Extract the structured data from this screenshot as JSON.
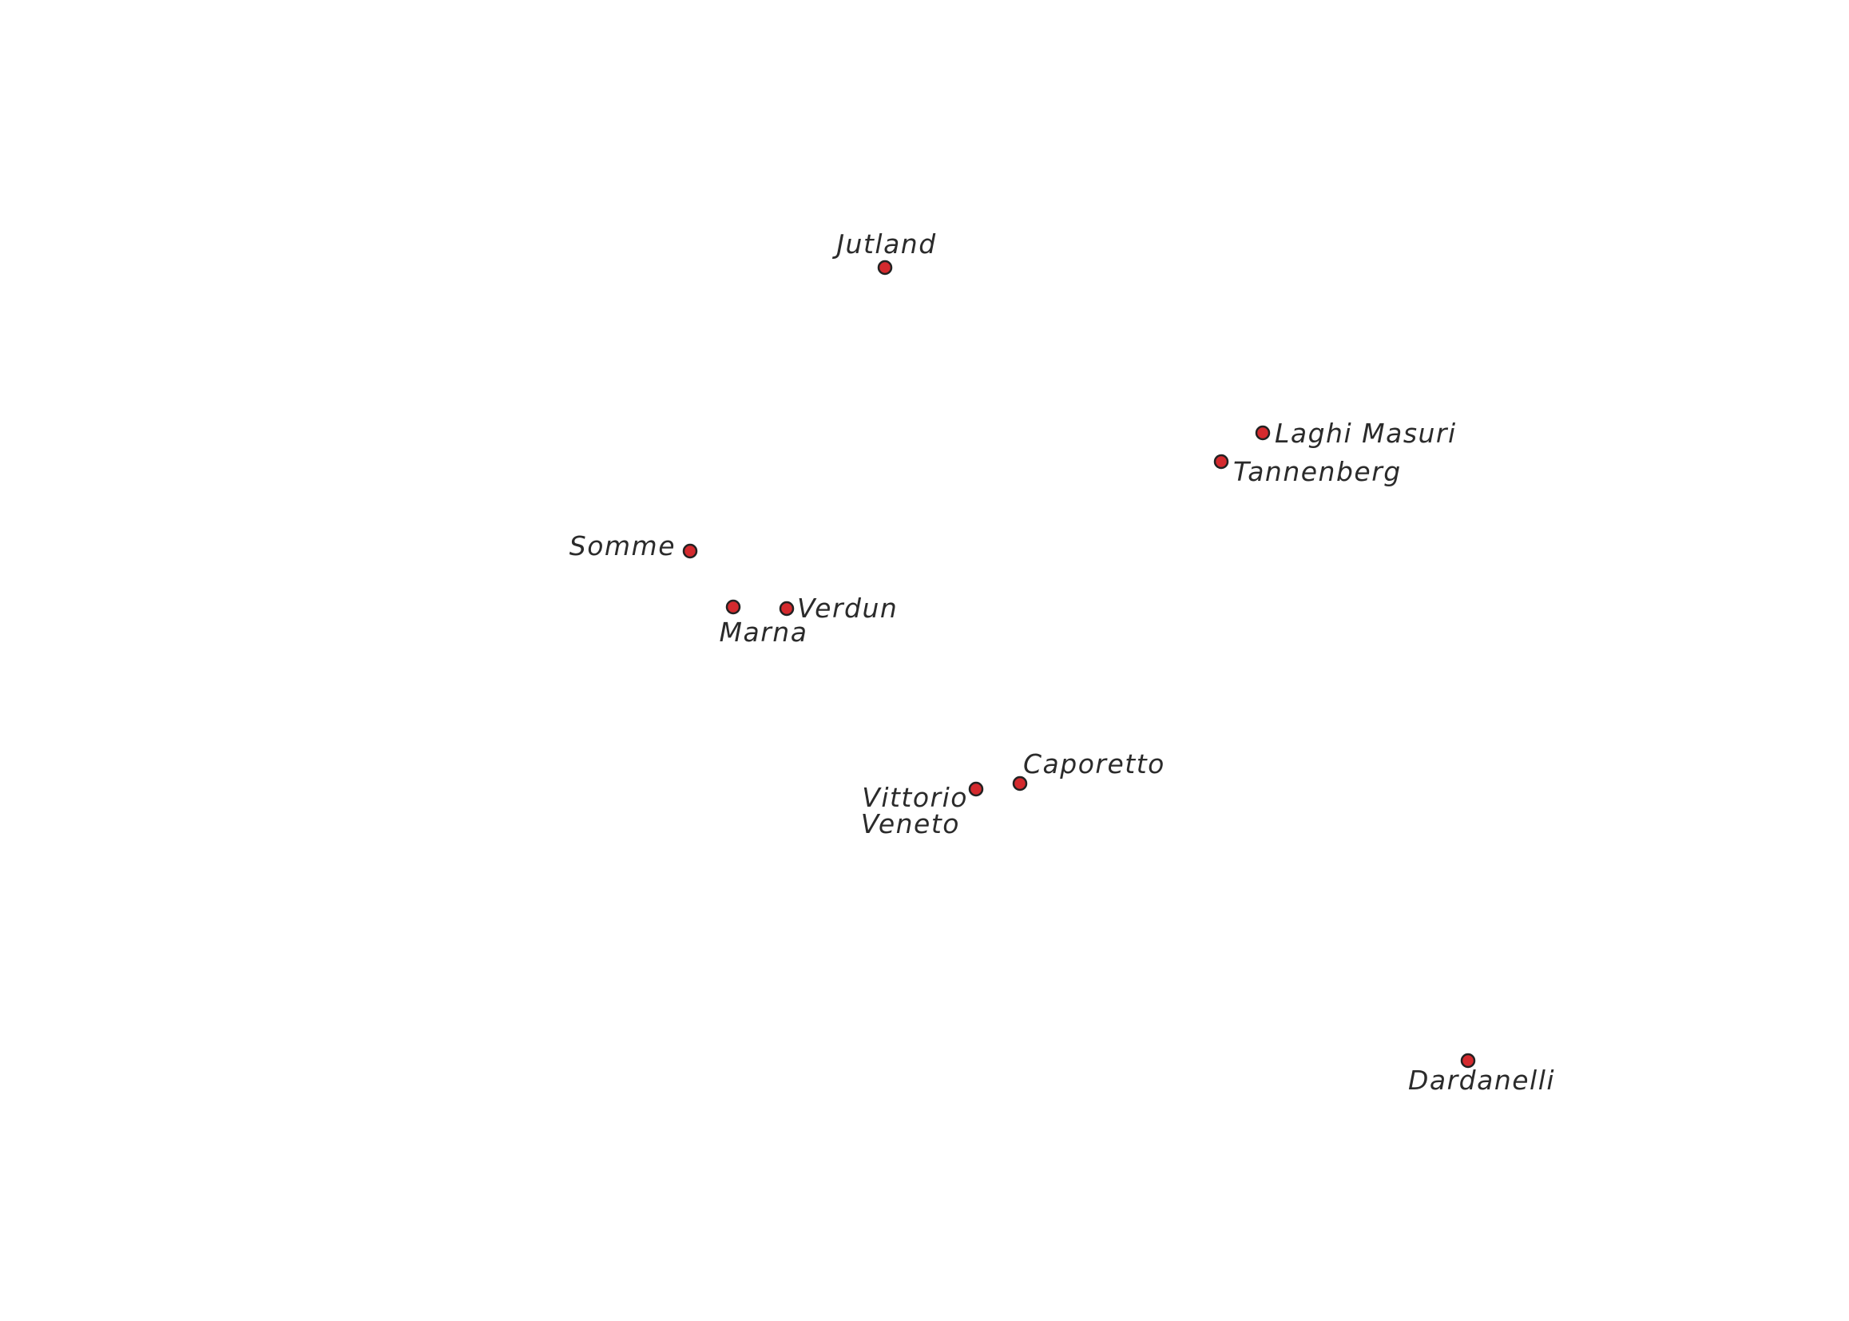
{
  "map": {
    "marker_color": "#d42a2e",
    "marker_outline": "#222222",
    "label_color": "#2b2b2b",
    "places": [
      {
        "id": "jutland",
        "label_lines": [
          "Jutland"
        ]
      },
      {
        "id": "laghi-masuri",
        "label_lines": [
          "Laghi Masuri"
        ]
      },
      {
        "id": "tannenberg",
        "label_lines": [
          "Tannenberg"
        ]
      },
      {
        "id": "somme",
        "label_lines": [
          "Somme"
        ]
      },
      {
        "id": "marna",
        "label_lines": [
          "Marna"
        ]
      },
      {
        "id": "verdun",
        "label_lines": [
          "Verdun"
        ]
      },
      {
        "id": "caporetto",
        "label_lines": [
          "Caporetto"
        ]
      },
      {
        "id": "vittorio-veneto",
        "label_lines": [
          "Vittorio",
          "Veneto"
        ]
      },
      {
        "id": "dardanelli",
        "label_lines": [
          "Dardanelli"
        ]
      }
    ]
  }
}
